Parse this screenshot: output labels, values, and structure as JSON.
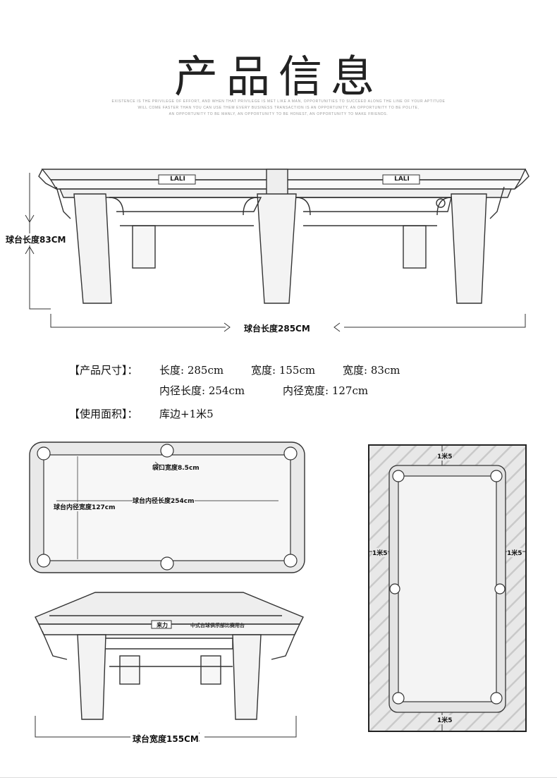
{
  "header": {
    "title": "产品信息",
    "tagline_1": "EXISTENCE IS THE PRIVILEGE OF EFFORT, AND WHEN THAT PRIVILEGE IS MET LIKE A MAN, OPPORTUNITIES TO SUCCEED ALONG THE LINE OF YOUR APTITUDE",
    "tagline_2": "WILL COME FASTER THAN YOU CAN USE THEM EVERY BUSINESS TRANSACTION IS AN OPPORTUNITY, AN OPPORTUNITY TO BE POLITE,",
    "tagline_3": "AN OPPORTUNITY TO BE MANLY, AN OPPORTUNITY TO BE HONEST, AN OPPORTUNITY TO MAKE FRIENDS."
  },
  "front_view": {
    "logo_left": "LALI",
    "logo_right": "LALI",
    "height_label": "球台长度83CM",
    "length_label": "球台长度285CM"
  },
  "specs": {
    "size_label": "【产品尺寸】：",
    "length": "长度: 285cm",
    "width": "宽度: 155cm",
    "height": "宽度: 83cm",
    "inner_length": "内径长度: 254cm",
    "inner_width": "内径宽度: 127cm",
    "area_label": "【使用面积】：",
    "area_value": "库边+1米5"
  },
  "top_view": {
    "pocket_label": "袋口宽度8.5cm",
    "inner_width_label": "球台内径宽度127cm",
    "inner_length_label": "球台内径长度254cm"
  },
  "side_view": {
    "brand": "来力",
    "org": "中式台球俱乐部比赛用台",
    "width_label": "球台宽度155CM"
  },
  "area_view": {
    "top": "1米5",
    "left": "1米5",
    "right": "1米5",
    "bottom": "1米5"
  }
}
